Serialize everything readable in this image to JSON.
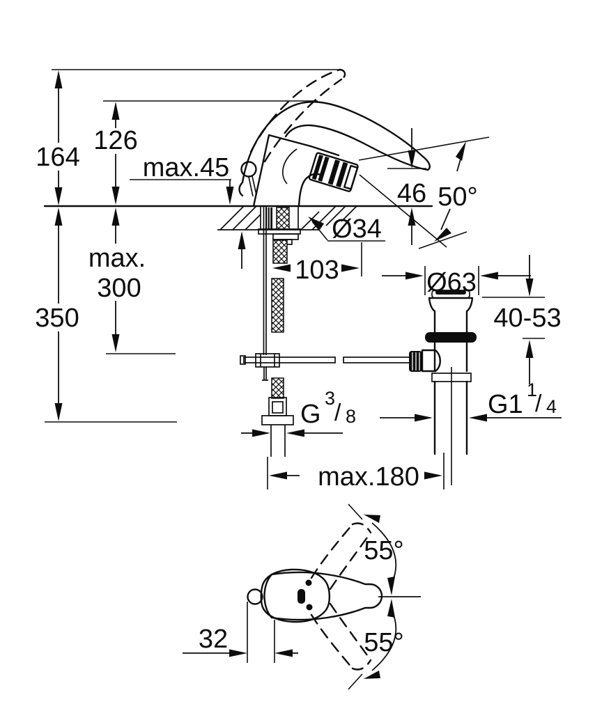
{
  "page": {
    "background": "#ffffff",
    "ink": "#0d0d0d"
  },
  "drawing": {
    "side_view": {
      "dim_overall_height": "164",
      "dim_spout_height": "126",
      "dim_max_deck_thickness": "max.45",
      "dim_outlet_height": "46",
      "dim_outlet_angle": "50°",
      "dim_hole_diameter": "Ø34",
      "dim_spout_projection": "103",
      "dim_hose_depth_line1": "max.",
      "dim_hose_depth_line2": "300",
      "dim_overall_depth": "350",
      "dim_waste_flange_diameter": "Ø63",
      "dim_clamping_range": "40-53",
      "supply_thread": {
        "prefix": "G",
        "numerator": "3",
        "slash": "/",
        "denominator": "8"
      },
      "waste_thread": {
        "prefix": "G1",
        "numerator": "1",
        "slash": "/",
        "denominator": "4"
      },
      "dim_max_reach": "max.180"
    },
    "top_view": {
      "dim_handle_swing_up": "55°",
      "dim_handle_swing_down": "55°",
      "dim_handle_offset": "32"
    }
  }
}
